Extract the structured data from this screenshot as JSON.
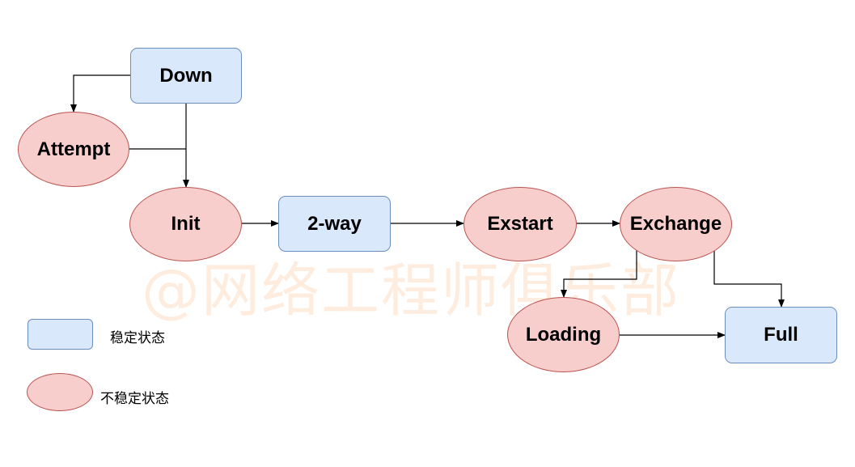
{
  "nodes": {
    "down": "Down",
    "attempt": "Attempt",
    "init": "Init",
    "two_way": "2-way",
    "exstart": "Exstart",
    "exchange": "Exchange",
    "loading": "Loading",
    "full": "Full"
  },
  "legend": {
    "stable": "稳定状态",
    "unstable": "不稳定状态"
  },
  "watermark": "@网络工程师俱乐部",
  "colors": {
    "stable_fill": "#dae8fc",
    "stable_border": "#6c8ebf",
    "unstable_fill": "#f8cecc",
    "unstable_border": "#b85450"
  }
}
